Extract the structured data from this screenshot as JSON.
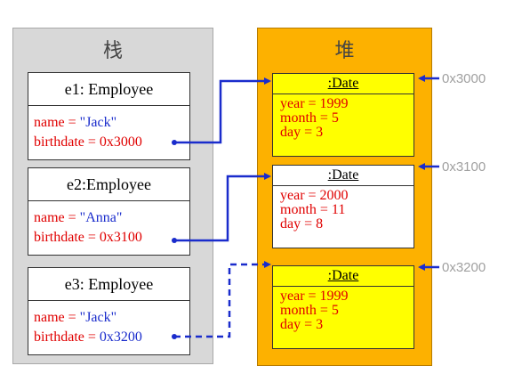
{
  "stack": {
    "title": "栈",
    "objects": [
      {
        "header": "e1: Employee",
        "name_label": "name = ",
        "name_value": "\"Jack\"",
        "birth_label": "birthdate = ",
        "birth_value": "0x3000"
      },
      {
        "header": "e2:Employee",
        "name_label": "name = ",
        "name_value": "\"Anna\"",
        "birth_label": "birthdate = ",
        "birth_value": "0x3100"
      },
      {
        "header": "e3: Employee",
        "name_label": "name = ",
        "name_value": "\"Jack\"",
        "birth_label": "birthdate = ",
        "birth_value": "0x3200"
      }
    ]
  },
  "heap": {
    "title": "堆",
    "objects": [
      {
        "header": ":Date",
        "year": "year = 1999",
        "month": "month = 5",
        "day": "day = 3",
        "address": "0x3000",
        "fill": "#ffff00"
      },
      {
        "header": ":Date",
        "year": "year = 2000",
        "month": "month = 11",
        "day": "day = 8",
        "address": "0x3100",
        "fill": "#ffffff"
      },
      {
        "header": ":Date",
        "year": "year = 1999",
        "month": "month = 5",
        "day": "day = 3",
        "address": "0x3200",
        "fill": "#ffff00"
      }
    ]
  },
  "colors": {
    "stack_bg": "#d8d8d8",
    "heap_bg": "#fdb100",
    "field_text": "#e00000",
    "value_text": "#1a2ccc",
    "arrow": "#1a2ccc",
    "address_text": "#a0a0a0"
  },
  "references": [
    {
      "from": "e1: Employee",
      "to": "0x3000",
      "style": "solid"
    },
    {
      "from": "e2:Employee",
      "to": "0x3100",
      "style": "solid"
    },
    {
      "from": "e3: Employee",
      "to": "0x3200",
      "style": "dashed"
    }
  ]
}
